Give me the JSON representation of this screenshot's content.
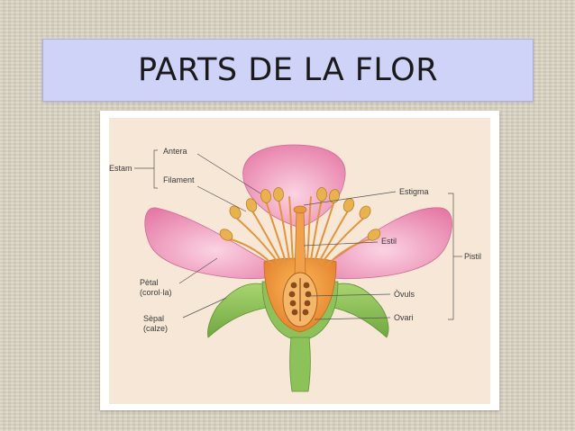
{
  "slide": {
    "title": "PARTS DE LA FLOR"
  },
  "diagram": {
    "labels": {
      "estam": "Estam",
      "antera": "Antera",
      "filament": "Filament",
      "petal": "Pètal",
      "petal_sub": "(corol·la)",
      "sepal": "Sèpal",
      "sepal_sub": "(calze)",
      "estigma": "Estigma",
      "estil": "Estil",
      "pistil": "Pistil",
      "ovuls": "Òvuls",
      "ovari": "Ovari"
    },
    "colors": {
      "paper": "#f6e7d6",
      "petal": "#ea86b0",
      "sepal": "#8dc25a",
      "pistil": "#e8912f",
      "anther": "#e9b24a",
      "background": "#d8d2c0",
      "title_box": "#cfd3f7"
    }
  }
}
